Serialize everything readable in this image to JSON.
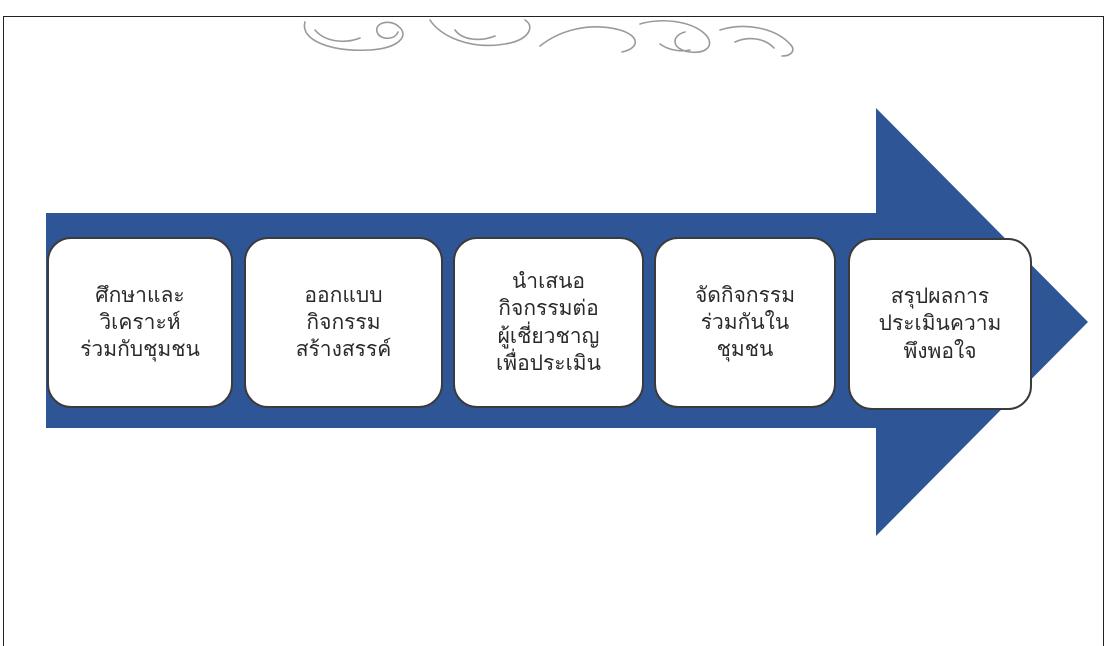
{
  "colors": {
    "arrow": "#2E5596",
    "box_fill": "#FFFFFF",
    "box_border": "#3B3B3B",
    "text": "#2A2A2A",
    "frame": "#222222"
  },
  "watermark": {
    "type": "institutional-seal-outline"
  },
  "process": {
    "steps": [
      {
        "label": "ศึกษาและ\nวิเคราะห์\nร่วมกับชุมชน"
      },
      {
        "label": "ออกแบบ\nกิจกรรม\nสร้างสรรค์"
      },
      {
        "label": "นำเสนอ\nกิจกรรมต่อ\nผู้เชี่ยวชาญ\nเพื่อประเมิน"
      },
      {
        "label": "จัดกิจกรรม\nร่วมกันใน\nชุมชน"
      },
      {
        "label": "สรุปผลการ\nประเมินความ\nพึงพอใจ"
      }
    ]
  }
}
